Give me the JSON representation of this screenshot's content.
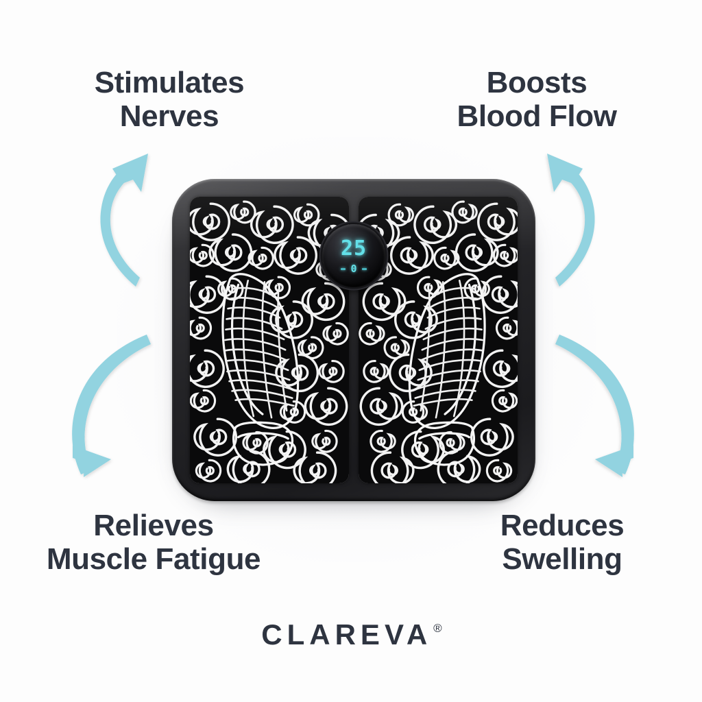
{
  "background_color": "#fdfdfd",
  "text_color": "#2e3440",
  "accent_color": "#92d3e0",
  "led_color": "#63e0e8",
  "benefits": [
    {
      "id": "stimulates-nerves",
      "position": "top-left",
      "label": "Stimulates\nNerves"
    },
    {
      "id": "boosts-blood-flow",
      "position": "top-right",
      "label": "Boosts\nBlood Flow"
    },
    {
      "id": "relieves-muscle-fatigue",
      "position": "bottom-left",
      "label": "Relieves\nMuscle Fatigue"
    },
    {
      "id": "reduces-swelling",
      "position": "bottom-right",
      "label": "Reduces\nSwelling"
    }
  ],
  "arrows": [
    {
      "id": "arrow-top-left",
      "direction": "curve-up-right",
      "color": "#92d3e0"
    },
    {
      "id": "arrow-top-right",
      "direction": "curve-up-left",
      "color": "#92d3e0"
    },
    {
      "id": "arrow-bottom-left",
      "direction": "curve-down-left",
      "color": "#92d3e0"
    },
    {
      "id": "arrow-bottom-right",
      "direction": "curve-down-right",
      "color": "#92d3e0"
    }
  ],
  "device": {
    "name": "ems-foot-massager-pad",
    "body_color": "#232326",
    "pad_color": "#0a0a0b",
    "pattern": "white-spiral-swirl-with-foot-outlines",
    "display": {
      "value": "25",
      "sub_value": "0",
      "left_indicator": "-",
      "right_indicator": "-",
      "glow_color": "#63e0e8"
    }
  },
  "brand": {
    "name": "CLAREVA",
    "trademark": "®"
  }
}
